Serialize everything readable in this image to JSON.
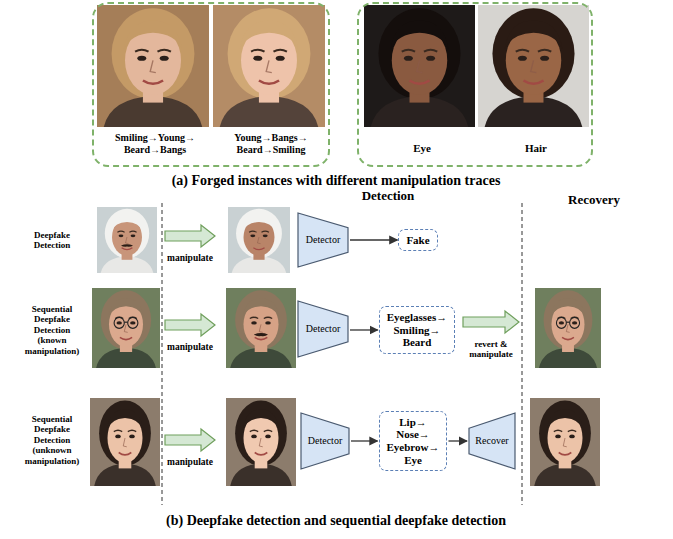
{
  "diagram": {
    "nodes": [
      {
        "text": [
          "Smiling→Young→ Beard→Bangs",
          "Young→Bangs→ Beard→Smiling"
        ]
      },
      {
        "text": [
          "Eye",
          "Hair"
        ]
      },
      {
        "text": [
          "Detector"
        ]
      },
      {
        "text": [
          "Fake"
        ]
      },
      {
        "text": [
          "Detector"
        ]
      },
      {
        "text": [
          "Eyeglasses→ Smiling→ Beard"
        ]
      },
      {
        "text": [
          "Detector"
        ]
      },
      {
        "text": [
          "Lip→ Nose→ Eyebrow→ Eye"
        ]
      },
      {
        "text": [
          "Recover"
        ]
      }
    ],
    "edges": [
      {
        "from": 2,
        "to": 3,
        "arrow": "to"
      },
      {
        "from": 4,
        "to": 5,
        "arrow": "to"
      },
      {
        "from": 6,
        "to": 7,
        "arrow": "to"
      },
      {
        "from": 7,
        "to": 8,
        "arrow": "to"
      }
    ],
    "labels": [
      "(a) Forged instances with different manipulation traces",
      "Detection",
      "Recovery",
      "Deepfake Detection",
      "manipulate",
      "Sequential Deepfake Detection (known manipulation)",
      "manipulate",
      "revert & manipulate",
      "Sequential Deepfake Detection (unknown manipulation)",
      "manipulate",
      "(b) Deepfake detection and sequential deepfake detection"
    ]
  }
}
